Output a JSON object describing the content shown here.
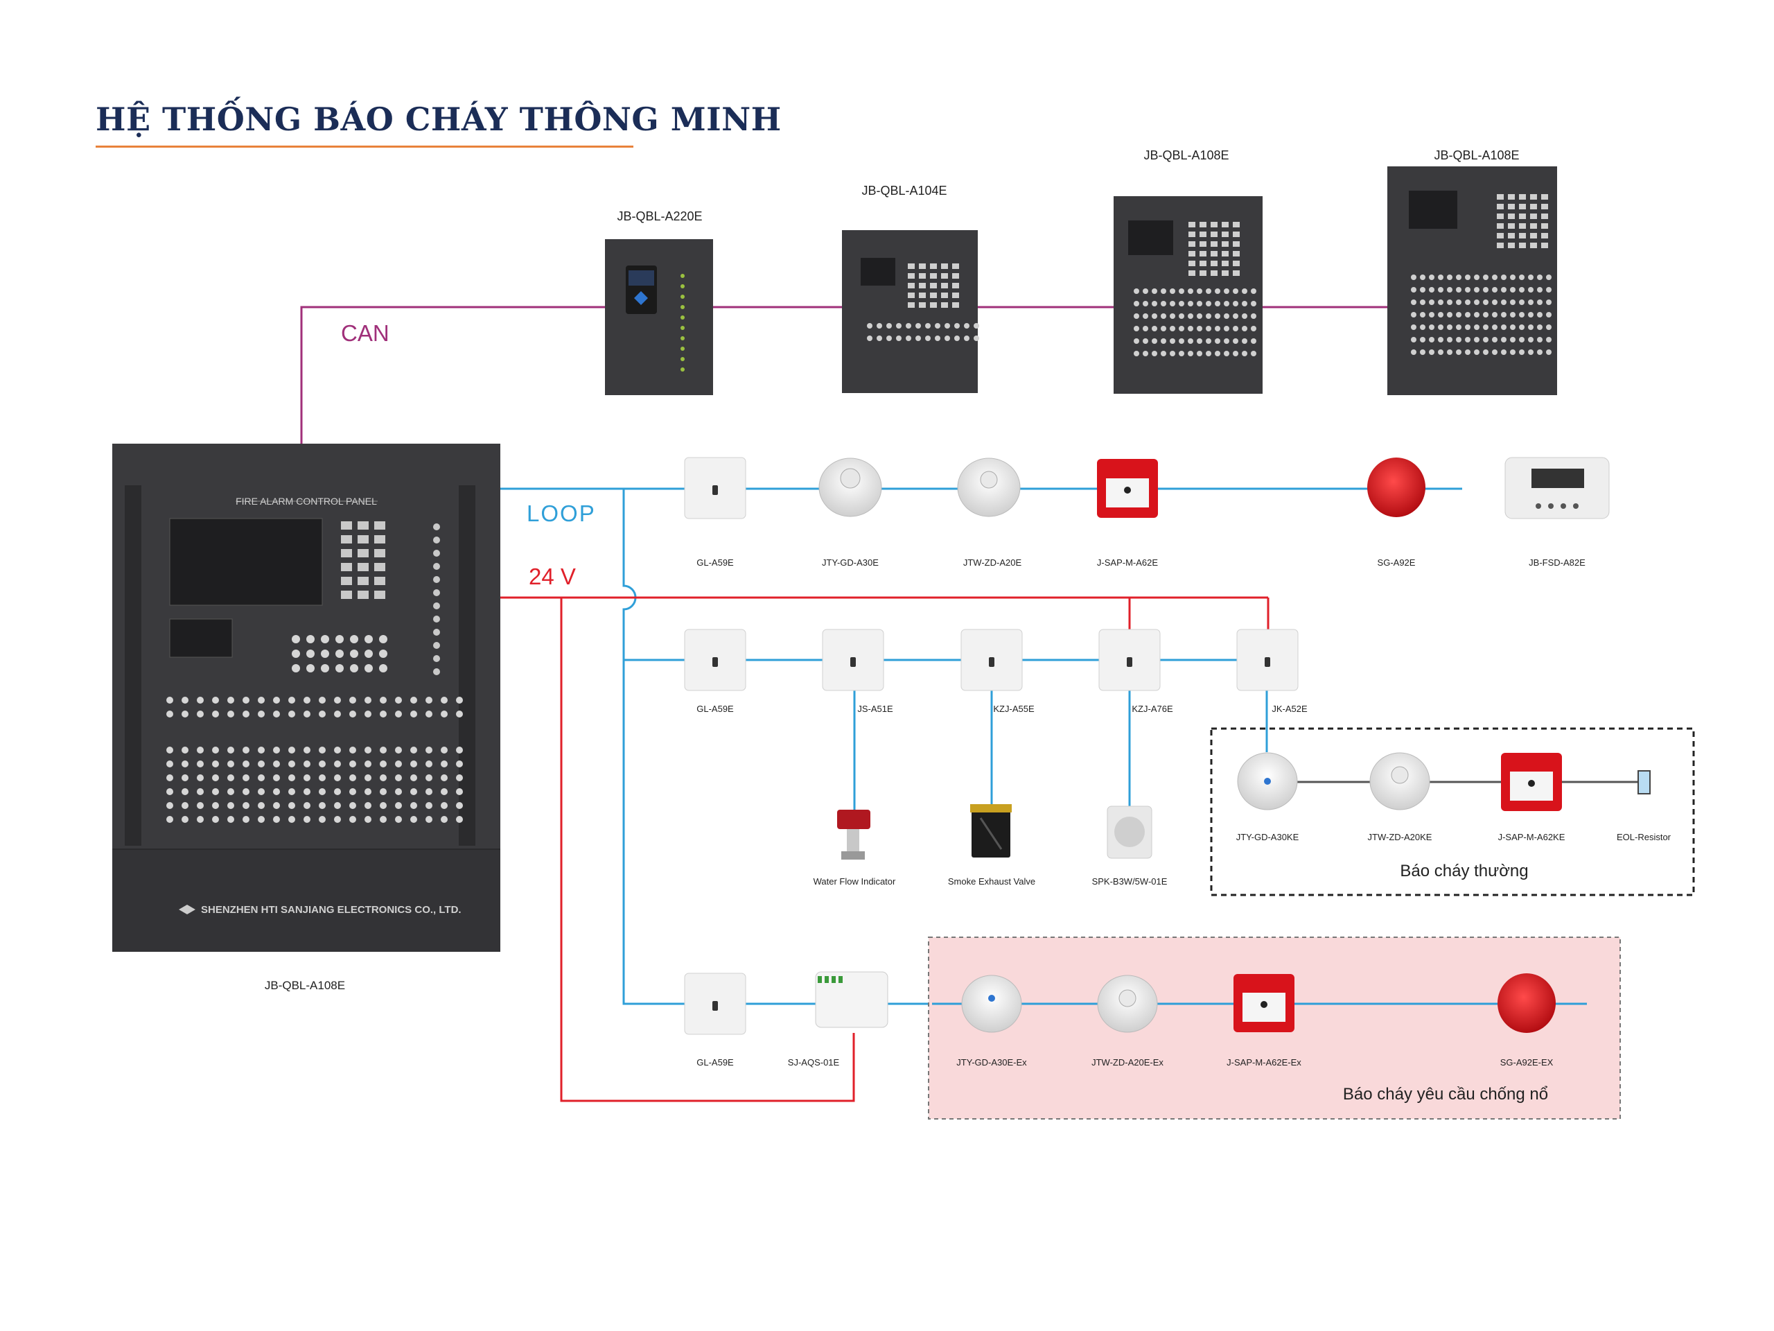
{
  "title": "HỆ THỐNG BÁO CHÁY THÔNG MINH",
  "bus_labels": {
    "can": "CAN",
    "loop": "LOOP",
    "power": "24 V"
  },
  "main_panel": {
    "header": "FIRE ALARM CONTROL PANEL",
    "brand": "SHENZHEN HTI SANJIANG ELECTRONICS CO., LTD.",
    "model": "JB-QBL-A108E"
  },
  "network_panels": [
    "JB-QBL-A220E",
    "JB-QBL-A104E",
    "JB-QBL-A108E",
    "JB-QBL-A108E"
  ],
  "row1_devices": [
    "GL-A59E",
    "JTY-GD-A30E",
    "JTW-ZD-A20E",
    "J-SAP-M-A62E",
    "SG-A92E",
    "JB-FSD-A82E"
  ],
  "row2_devices": [
    "GL-A59E",
    "JS-A51E",
    "KZJ-A55E",
    "KZJ-A76E",
    "JK-A52E"
  ],
  "row2_field_devices": [
    "Water Flow Indicator",
    "Smoke Exhaust Valve",
    "SPK-B3W/5W-01E"
  ],
  "conventional_group": {
    "devices": [
      "JTY-GD-A30KE",
      "JTW-ZD-A20KE",
      "J-SAP-M-A62KE",
      "EOL-Resistor"
    ],
    "caption": "Báo cháy thường"
  },
  "row3_devices": [
    "GL-A59E",
    "SJ-AQS-01E"
  ],
  "ex_group": {
    "devices": [
      "JTY-GD-A30E-Ex",
      "JTW-ZD-A20E-Ex",
      "J-SAP-M-A62E-Ex",
      "SG-A92E-EX"
    ],
    "caption": "Báo cháy yêu cầu chống nổ"
  },
  "colors": {
    "title": "#1b2d57",
    "underline": "#e8823a",
    "can_line": "#a0307a",
    "loop_line": "#2f9fd8",
    "power_line": "#e0202a",
    "panel": "#3a3a3d",
    "ex_zone_fill": "#f9d9da"
  },
  "icons": [
    "fire-panel-icon",
    "isolator-module-icon",
    "smoke-detector-icon",
    "heat-detector-icon",
    "manual-call-point-icon",
    "sounder-icon",
    "fire-display-icon",
    "io-module-icon",
    "water-flow-indicator-icon",
    "exhaust-valve-icon",
    "speaker-icon",
    "resistor-icon",
    "barrier-icon"
  ]
}
